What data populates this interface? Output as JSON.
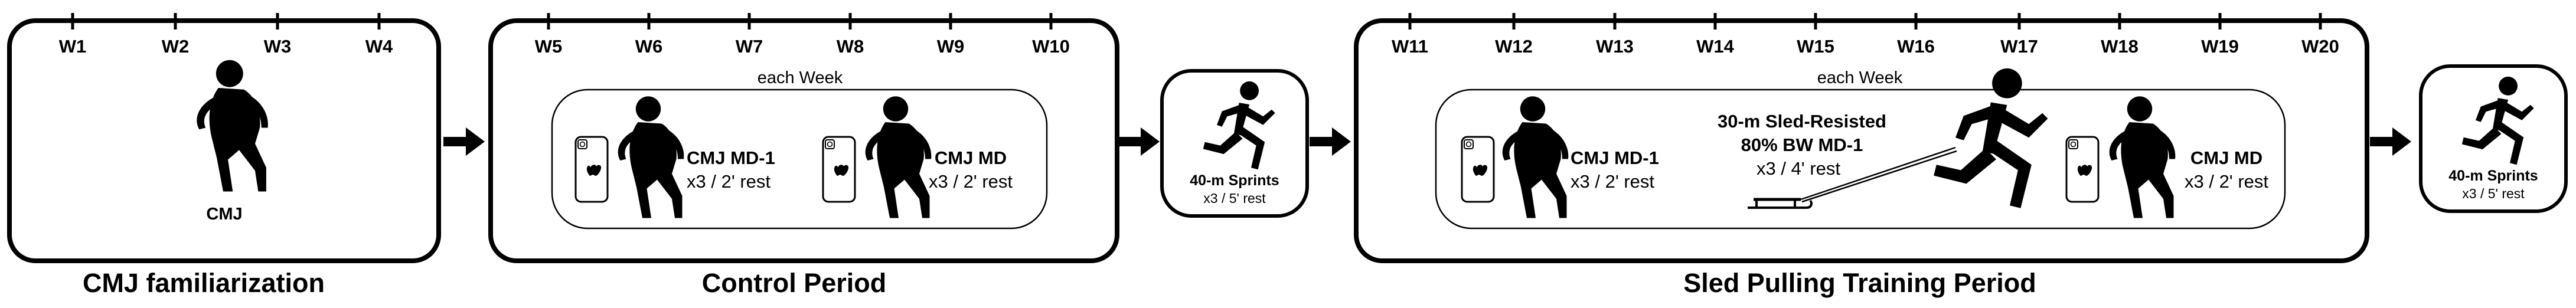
{
  "phases": [
    {
      "label": "CMJ familiarization",
      "weeks": [
        "W1",
        "W2",
        "W3",
        "W4"
      ],
      "activity": "CMJ"
    },
    {
      "label": "Control Period",
      "weeks": [
        "W5",
        "W6",
        "W7",
        "W8",
        "W9",
        "W10"
      ],
      "inner_title": "each Week",
      "tests": [
        {
          "title": "CMJ MD-1",
          "detail": "x3 / 2' rest"
        },
        {
          "title": "CMJ MD",
          "detail": "x3 / 2' rest"
        }
      ]
    },
    {
      "label": "Sled Pulling Training Period",
      "weeks": [
        "W11",
        "W12",
        "W13",
        "W14",
        "W15",
        "W16",
        "W17",
        "W18",
        "W19",
        "W20"
      ],
      "inner_title": "each Week",
      "tests": [
        {
          "title": "CMJ MD-1",
          "detail": "x3 / 2' rest"
        },
        {
          "title": "CMJ MD",
          "detail": "x3 / 2' rest"
        }
      ],
      "sled": {
        "title_line1": "30-m Sled-Resisted",
        "title_line2": "80% BW MD-1",
        "detail": "x3 / 4' rest"
      }
    }
  ],
  "sprint_tests": [
    {
      "title": "40-m Sprints",
      "detail": "x3 / 5' rest"
    },
    {
      "title": "40-m Sprints",
      "detail": "x3 / 5' rest"
    }
  ]
}
